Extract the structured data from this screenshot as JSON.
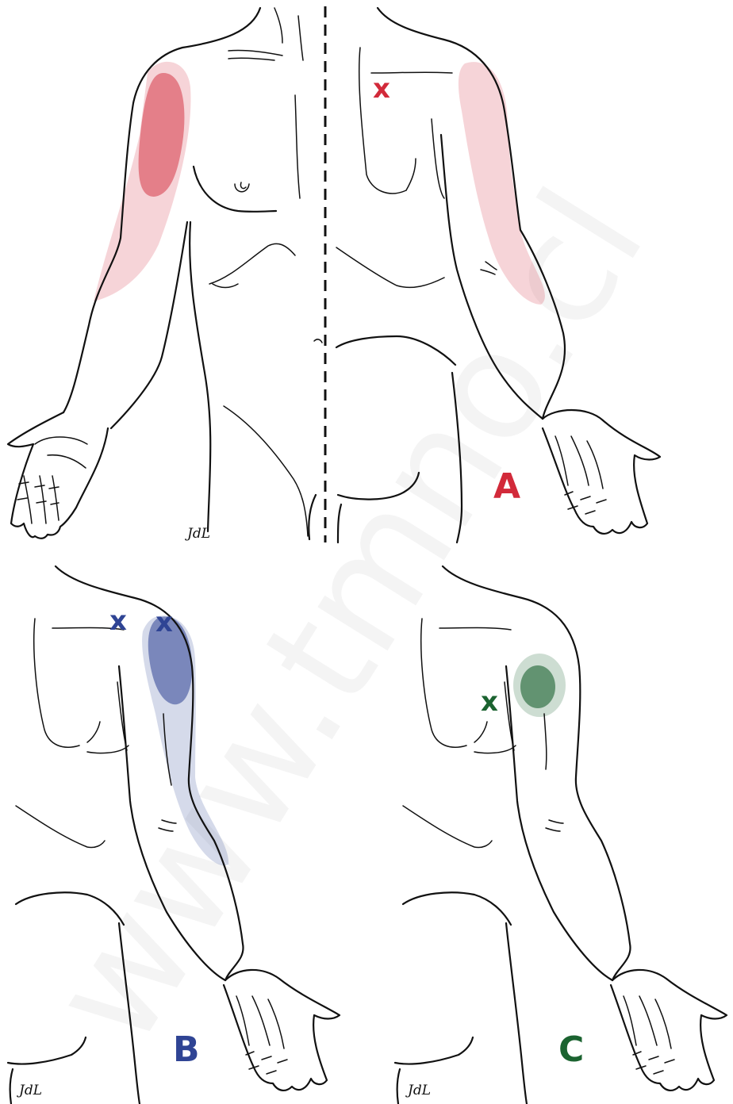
{
  "colors": {
    "panel_a": "#d22a3a",
    "panel_b": "#2f4494",
    "panel_c": "#1b6330",
    "outline": "#111111"
  },
  "panel_a": {
    "letter": "A",
    "marker": "x",
    "signature": "JdL"
  },
  "panel_b": {
    "letter": "B",
    "marker": "x",
    "signature": "JdL"
  },
  "panel_c": {
    "letter": "C",
    "marker": "x",
    "signature": "JdL"
  },
  "watermark": "www.tmno.cl"
}
